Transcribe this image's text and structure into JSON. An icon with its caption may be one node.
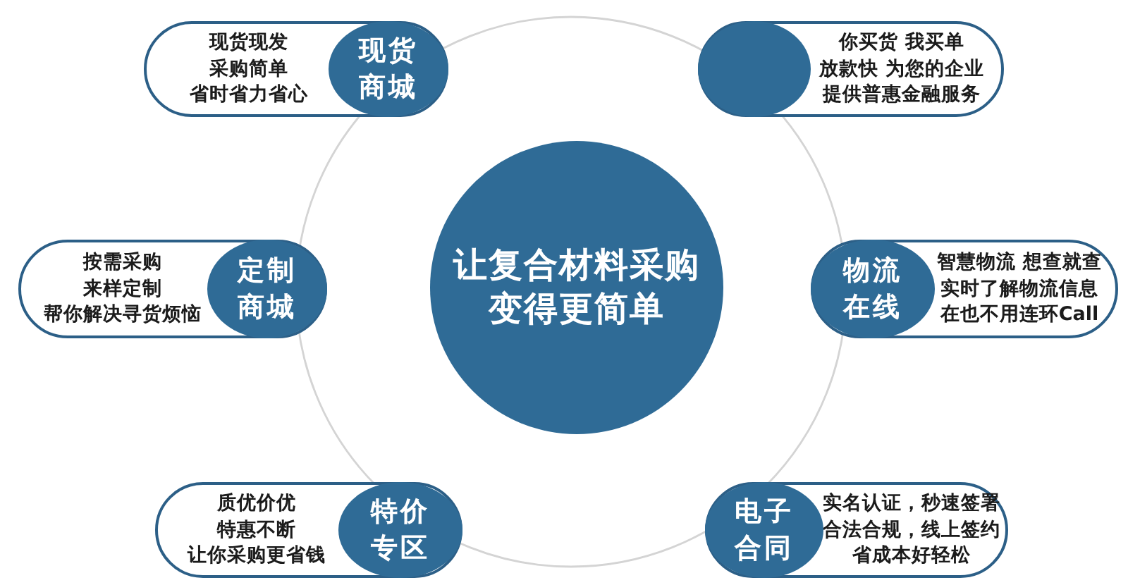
{
  "diagram": {
    "nodes": [
      {
        "text": [
          "现货现发",
          "采购简单",
          "省时省力省心"
        ]
      },
      {
        "text": [
          "现货商城"
        ],
        "in": 0
      },
      {
        "text": [
          "你买货 我买单",
          "放款快 为您的企业",
          "提供普惠金融服务"
        ]
      },
      {
        "text": [],
        "shape": "circle",
        "in": 2
      },
      {
        "text": [
          "让复合材料采购变得更简单"
        ]
      },
      {
        "text": [
          "按需采购",
          "来样定制",
          "帮你解决寻货烦恼"
        ]
      },
      {
        "text": [
          "定制商城"
        ],
        "in": 5
      },
      {
        "text": [
          "智慧物流 想查就查",
          "实时了解物流信息",
          "在也不用连环Call"
        ]
      },
      {
        "text": [
          "物流在线"
        ],
        "in": 7
      },
      {
        "text": [
          "质优价优",
          "特惠不断",
          "让你采购更省钱"
        ]
      },
      {
        "text": [
          "特价专区"
        ],
        "in": 9
      },
      {
        "text": [
          "实名认证，秒速签署",
          "合法合规，线上签约",
          "省成本好轻松"
        ]
      },
      {
        "text": [
          "电子合同"
        ],
        "in": 11
      }
    ]
  }
}
